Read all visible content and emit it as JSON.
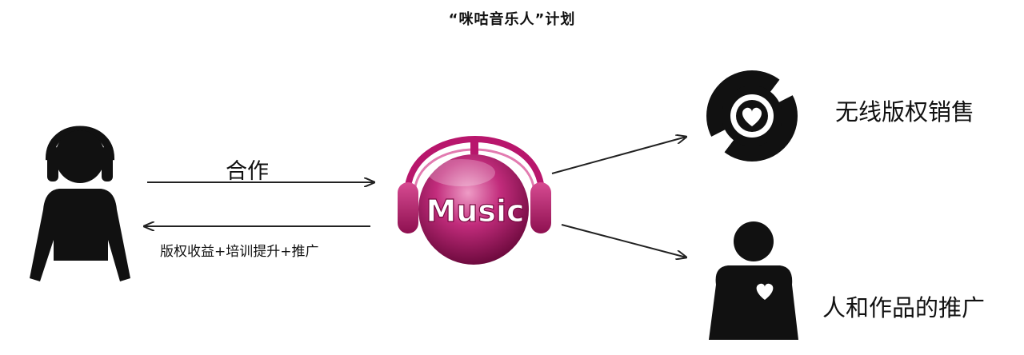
{
  "title": "“咪咕音乐人”计划",
  "musician": {
    "icon": "musician-with-headphones-icon"
  },
  "arrows": {
    "cooperation_label": "合作",
    "return_label": "版权收益+培训提升+推广"
  },
  "music_logo": {
    "icon": "music-headphones-logo",
    "text": "Music",
    "color": "#b8166c"
  },
  "outputs": [
    {
      "label": "无线版权销售",
      "icon": "vinyl-record-heart-icon"
    },
    {
      "label": "人和作品的推广",
      "icon": "person-heart-icon"
    }
  ]
}
